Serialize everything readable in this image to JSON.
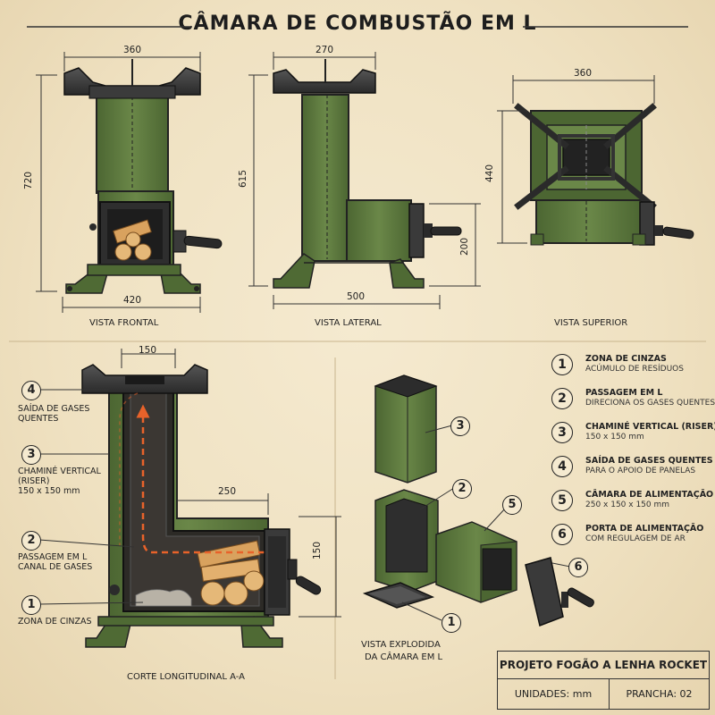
{
  "title": "CÂMARA DE COMBUSTÃO EM L",
  "views": {
    "front": {
      "label": "VISTA FRONTAL",
      "dim_top": "360",
      "dim_left": "720",
      "dim_bottom": "420"
    },
    "side": {
      "label": "VISTA LATERAL",
      "dim_top": "270",
      "dim_left": "615",
      "dim_right": "200",
      "dim_bottom": "500"
    },
    "top": {
      "label": "VISTA SUPERIOR",
      "dim_top": "360",
      "dim_left": "440"
    }
  },
  "section": {
    "label": "CORTE LONGITUDINAL A-A",
    "dim_riser": "150",
    "dim_feed": "250",
    "dim_feed_height": "150",
    "callouts": [
      {
        "num": "4",
        "line1": "SAÍDA DE GASES",
        "line2": "QUENTES"
      },
      {
        "num": "3",
        "line1": "CHAMINÉ VERTICAL",
        "line2": "(RISER)",
        "line3": "150 x 150 mm"
      },
      {
        "num": "2",
        "line1": "PASSAGEM EM L",
        "line2": "CANAL DE GASES"
      },
      {
        "num": "1",
        "line1": "ZONA DE CINZAS"
      }
    ]
  },
  "exploded": {
    "label_line1": "VISTA EXPLODIDA",
    "label_line2": "DA CÂMARA EM L",
    "markers": [
      "3",
      "2",
      "5",
      "1",
      "6"
    ]
  },
  "legend": [
    {
      "num": "1",
      "title": "ZONA DE CINZAS",
      "sub": "ACÚMULO DE RESÍDUOS"
    },
    {
      "num": "2",
      "title": "PASSAGEM EM L",
      "sub": "DIRECIONA OS GASES QUENTES"
    },
    {
      "num": "3",
      "title": "CHAMINÉ VERTICAL (RISER)",
      "sub": "150 x 150 mm"
    },
    {
      "num": "4",
      "title": "SAÍDA DE GASES QUENTES",
      "sub": "PARA O APOIO DE PANELAS"
    },
    {
      "num": "5",
      "title": "CÂMARA DE ALIMENTAÇÃO",
      "sub": "250 x 150 x 150 mm"
    },
    {
      "num": "6",
      "title": "PORTA DE ALIMENTAÇÃO",
      "sub": "COM REGULAGEM DE AR"
    }
  ],
  "title_block": {
    "project": "PROJETO FOGÃO A LENHA ROCKET",
    "units": "UNIDADES: mm",
    "sheet": "PRANCHA:  02"
  },
  "colors": {
    "steel_green": "#5e7a3e",
    "steel_green_dark": "#3f5529",
    "iron": "#3a3a3a",
    "wood": "#d9a25e",
    "flame": "#e8622a",
    "paper": "#f1e4c6"
  }
}
